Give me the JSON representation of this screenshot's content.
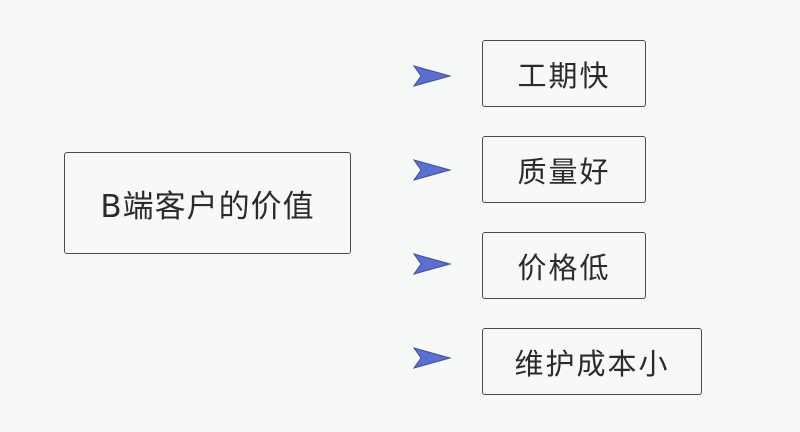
{
  "main_node": {
    "label": "B端客户的价值"
  },
  "items": [
    {
      "label": "工期快"
    },
    {
      "label": "质量好"
    },
    {
      "label": "价格低"
    },
    {
      "label": "维护成本小"
    }
  ],
  "colors": {
    "arrow_fill": "#5b6fd0",
    "arrow_stroke": "#3e4f9e",
    "box_border": "#4a4a4a",
    "background": "#f7f9f8"
  }
}
